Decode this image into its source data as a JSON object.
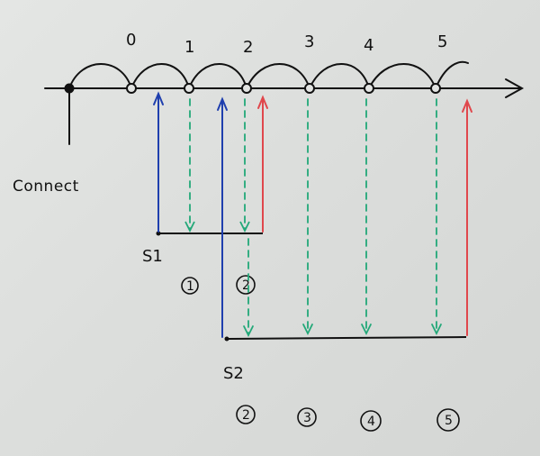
{
  "timeline": {
    "connect_label": "Connect",
    "tick_labels": [
      "0",
      "1",
      "2",
      "3",
      "4",
      "5"
    ]
  },
  "sessions": [
    {
      "label": "S1",
      "circled_numbers": [
        "1",
        "2"
      ]
    },
    {
      "label": "S2",
      "circled_numbers": [
        "2",
        "3",
        "4",
        "5"
      ]
    }
  ],
  "colors": {
    "ink": "#111111",
    "blue": "#1f3fae",
    "green": "#22a878",
    "red": "#e0474c"
  }
}
